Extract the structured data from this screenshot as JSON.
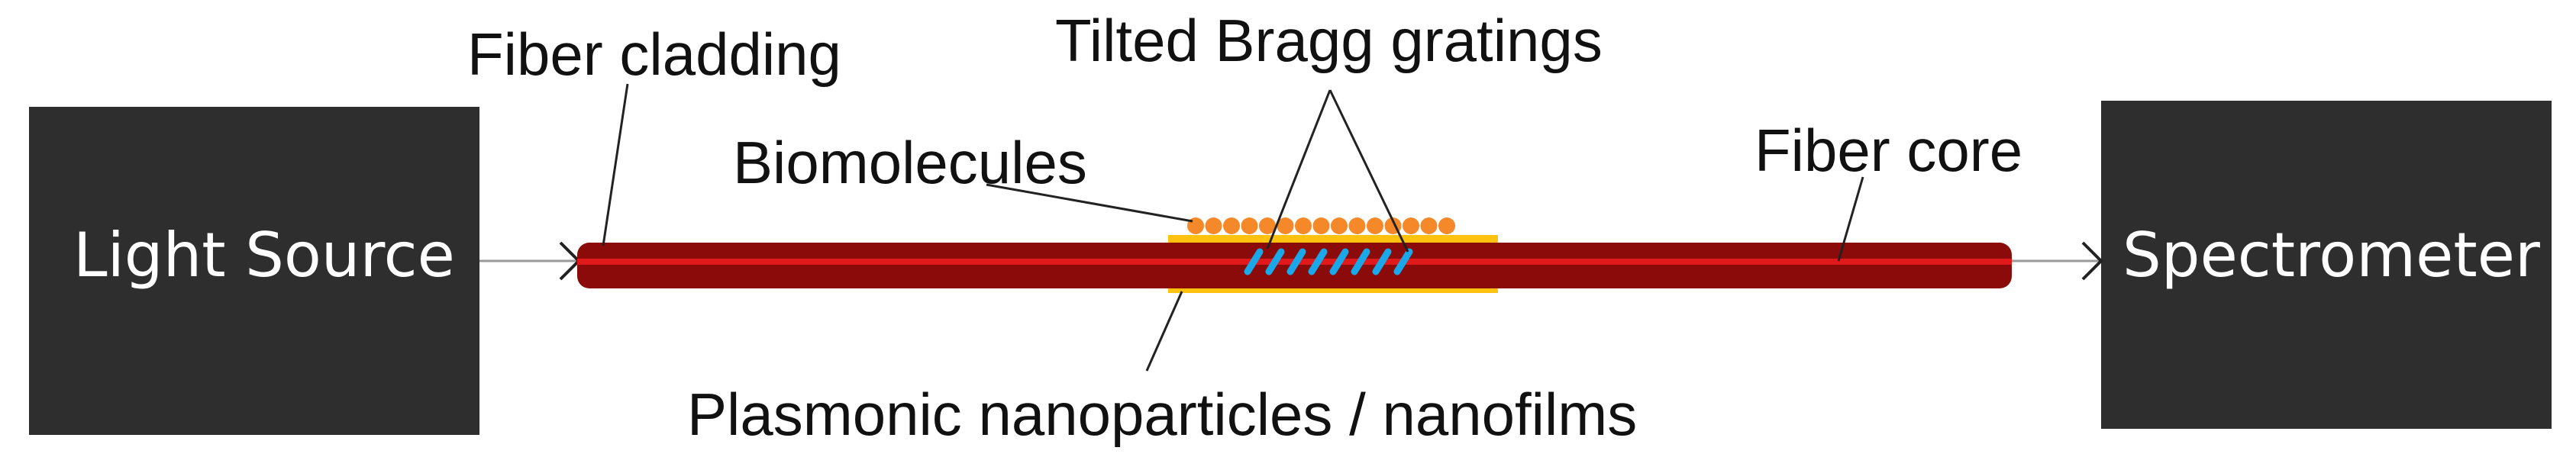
{
  "diagram": {
    "labels": {
      "light_source": "Light Source",
      "spectrometer": "Spectrometer",
      "fiber_cladding": "Fiber cladding",
      "tilted_bragg_gratings": "Tilted Bragg gratings",
      "biomolecules": "Biomolecules",
      "fiber_core": "Fiber core",
      "plasmonic": "Plasmonic nanoparticles / nanofilms"
    },
    "counts": {
      "biomolecules": 15,
      "gratings": 8
    },
    "colors": {
      "box_fill": "#2e2e2e",
      "box_text": "#ffffff",
      "cladding": "#8b0a0a",
      "core": "#e01a1a",
      "plasmonic_film": "#ffc20e",
      "biomolecule": "#f5892a",
      "grating": "#1ba8e8",
      "leader_line": "#222222",
      "arrow": "#999999"
    }
  }
}
